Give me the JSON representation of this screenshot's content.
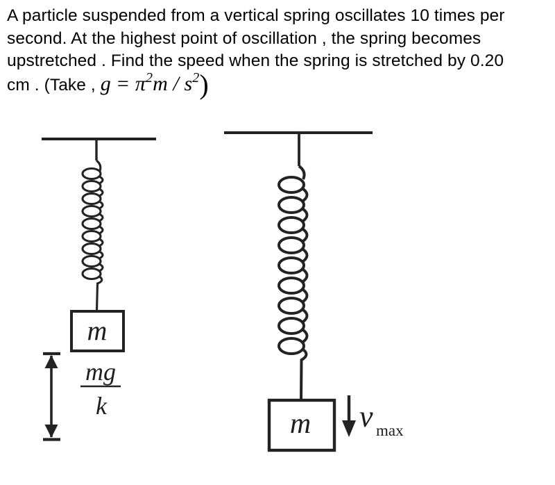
{
  "question": {
    "line1": "A particle suspended from a vertical spring oscillates 10 times per",
    "line2": "second. At the highest point of oscillation , the spring becomes",
    "line3": "upstretched . Find the speed when the spring is stretched by 0.20",
    "line4_prefix": "cm . (Take , ",
    "math": {
      "lhs": "g",
      "relation": "=",
      "pi": "π",
      "pi_exponent": "2",
      "unit_body": "m / s",
      "unit_exponent": "2",
      "close_paren": ")"
    }
  },
  "figure": {
    "left": {
      "mass_label": "m",
      "extension": {
        "numerator": "mg",
        "denominator": "k"
      }
    },
    "right": {
      "mass_label": "m",
      "velocity": {
        "symbol": "v",
        "subscript": "max"
      }
    }
  },
  "colors": {
    "ink": "#232323",
    "text": "#000000",
    "background": "#ffffff"
  }
}
